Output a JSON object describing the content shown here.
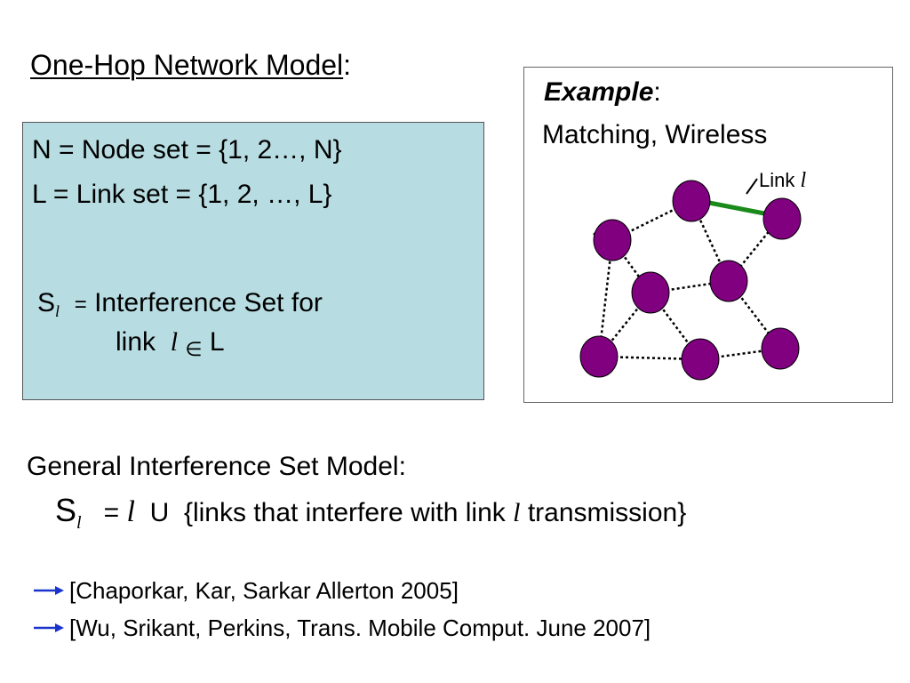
{
  "title": {
    "text": "One-Hop Network Model",
    "colon": ":"
  },
  "definitions": {
    "node_set": "N  = Node set = {1, 2…, N}",
    "link_set": "L   = Link set  =  {1, 2, …, L}",
    "interference": {
      "S": "S",
      "sub": "l",
      "equals": "=",
      "text": "Interference Set for",
      "line2_word": "link",
      "line2_var": "l",
      "element_of": "∈",
      "line2_set": "L"
    }
  },
  "example": {
    "heading": "Example",
    "colon": ":",
    "subtitle": "Matching, Wireless",
    "link_label": "Link",
    "link_var": "l",
    "node_color": "#800080",
    "active_link_color": "#1a8a1a"
  },
  "general": {
    "heading": "General Interference Set Model:",
    "S": "S",
    "sub": "l",
    "equals": "=",
    "l": "l",
    "union": "U",
    "set_text": "{links that interfere with link",
    "set_var": "l",
    "set_end": "transmission}"
  },
  "references": [
    "[Chaporkar, Kar, Sarkar Allerton 2005]",
    "[Wu, Srikant, Perkins, Trans. Mobile Comput. June 2007]"
  ],
  "arrow_color": "#1a33cc"
}
